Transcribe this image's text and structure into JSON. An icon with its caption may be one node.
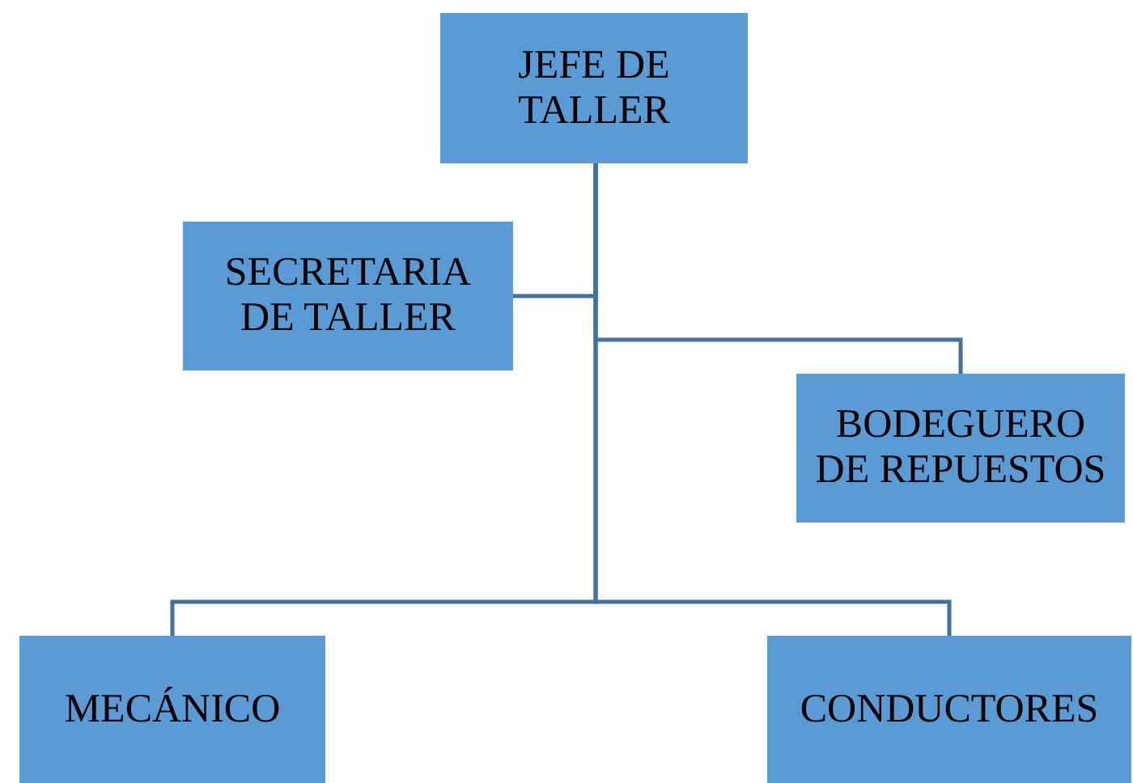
{
  "diagram": {
    "nodes": [
      {
        "text": [
          "JEFE DE TALLER"
        ]
      },
      {
        "text": [
          "SECRETARIA DE TALLER"
        ]
      },
      {
        "text": [
          "BODEGUERO DE REPUESTOS"
        ]
      },
      {
        "text": [
          "MECÁNICO"
        ]
      },
      {
        "text": [
          "CONDUCTORES"
        ]
      }
    ],
    "edges": [
      {
        "from": 0,
        "to": 1,
        "arrow": "none"
      },
      {
        "from": 0,
        "to": 2,
        "arrow": "none"
      },
      {
        "from": 0,
        "to": 3,
        "arrow": "none"
      },
      {
        "from": 0,
        "to": 4,
        "arrow": "none"
      }
    ]
  }
}
